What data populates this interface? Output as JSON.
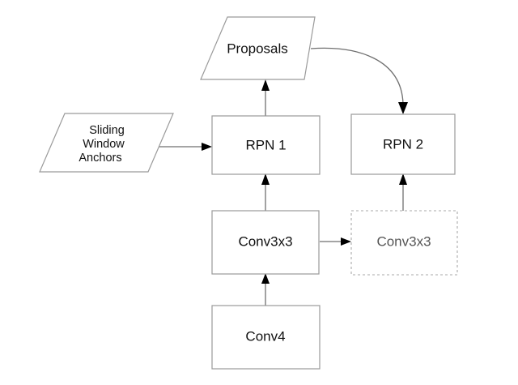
{
  "diagram": {
    "title": "Cascade RPN flow diagram",
    "background_color": "#ffffff",
    "node_fill": "#ffffff",
    "node_stroke": "#9a9a9a",
    "edge_color": "#6f6f6f",
    "nodes": [
      {
        "id": "proposals",
        "label": "Proposals",
        "shape": "parallelogram",
        "style": "solid"
      },
      {
        "id": "sliding-window-anchors",
        "label": "Sliding Window Anchors",
        "line1": "Sliding",
        "line2": "Window",
        "line3": "Anchors",
        "shape": "parallelogram",
        "style": "solid"
      },
      {
        "id": "rpn-1",
        "label": "RPN 1",
        "shape": "rectangle",
        "style": "solid"
      },
      {
        "id": "rpn-2",
        "label": "RPN 2",
        "shape": "rectangle",
        "style": "solid"
      },
      {
        "id": "conv3x3-left",
        "label": "Conv3x3",
        "shape": "rectangle",
        "style": "solid"
      },
      {
        "id": "conv3x3-right",
        "label": "Conv3x3",
        "shape": "rectangle",
        "style": "dashed"
      },
      {
        "id": "conv4",
        "label": "Conv4",
        "shape": "rectangle",
        "style": "solid"
      }
    ],
    "edges": [
      {
        "id": "edge-conv4-to-conv3x3",
        "from": "conv4",
        "to": "conv3x3-left",
        "kind": "straight-up"
      },
      {
        "id": "edge-conv3x3-to-rpn1",
        "from": "conv3x3-left",
        "to": "rpn-1",
        "kind": "straight-up"
      },
      {
        "id": "edge-rpn1-to-proposals",
        "from": "rpn-1",
        "to": "proposals",
        "kind": "straight-up"
      },
      {
        "id": "edge-anchors-to-rpn1",
        "from": "sliding-window-anchors",
        "to": "rpn-1",
        "kind": "straight-right"
      },
      {
        "id": "edge-conv3x3-to-conv3x3",
        "from": "conv3x3-left",
        "to": "conv3x3-right",
        "kind": "straight-right"
      },
      {
        "id": "edge-conv3x3right-to-rpn2",
        "from": "conv3x3-right",
        "to": "rpn-2",
        "kind": "straight-up"
      },
      {
        "id": "edge-proposals-to-rpn2",
        "from": "proposals",
        "to": "rpn-2",
        "kind": "curved"
      }
    ]
  }
}
